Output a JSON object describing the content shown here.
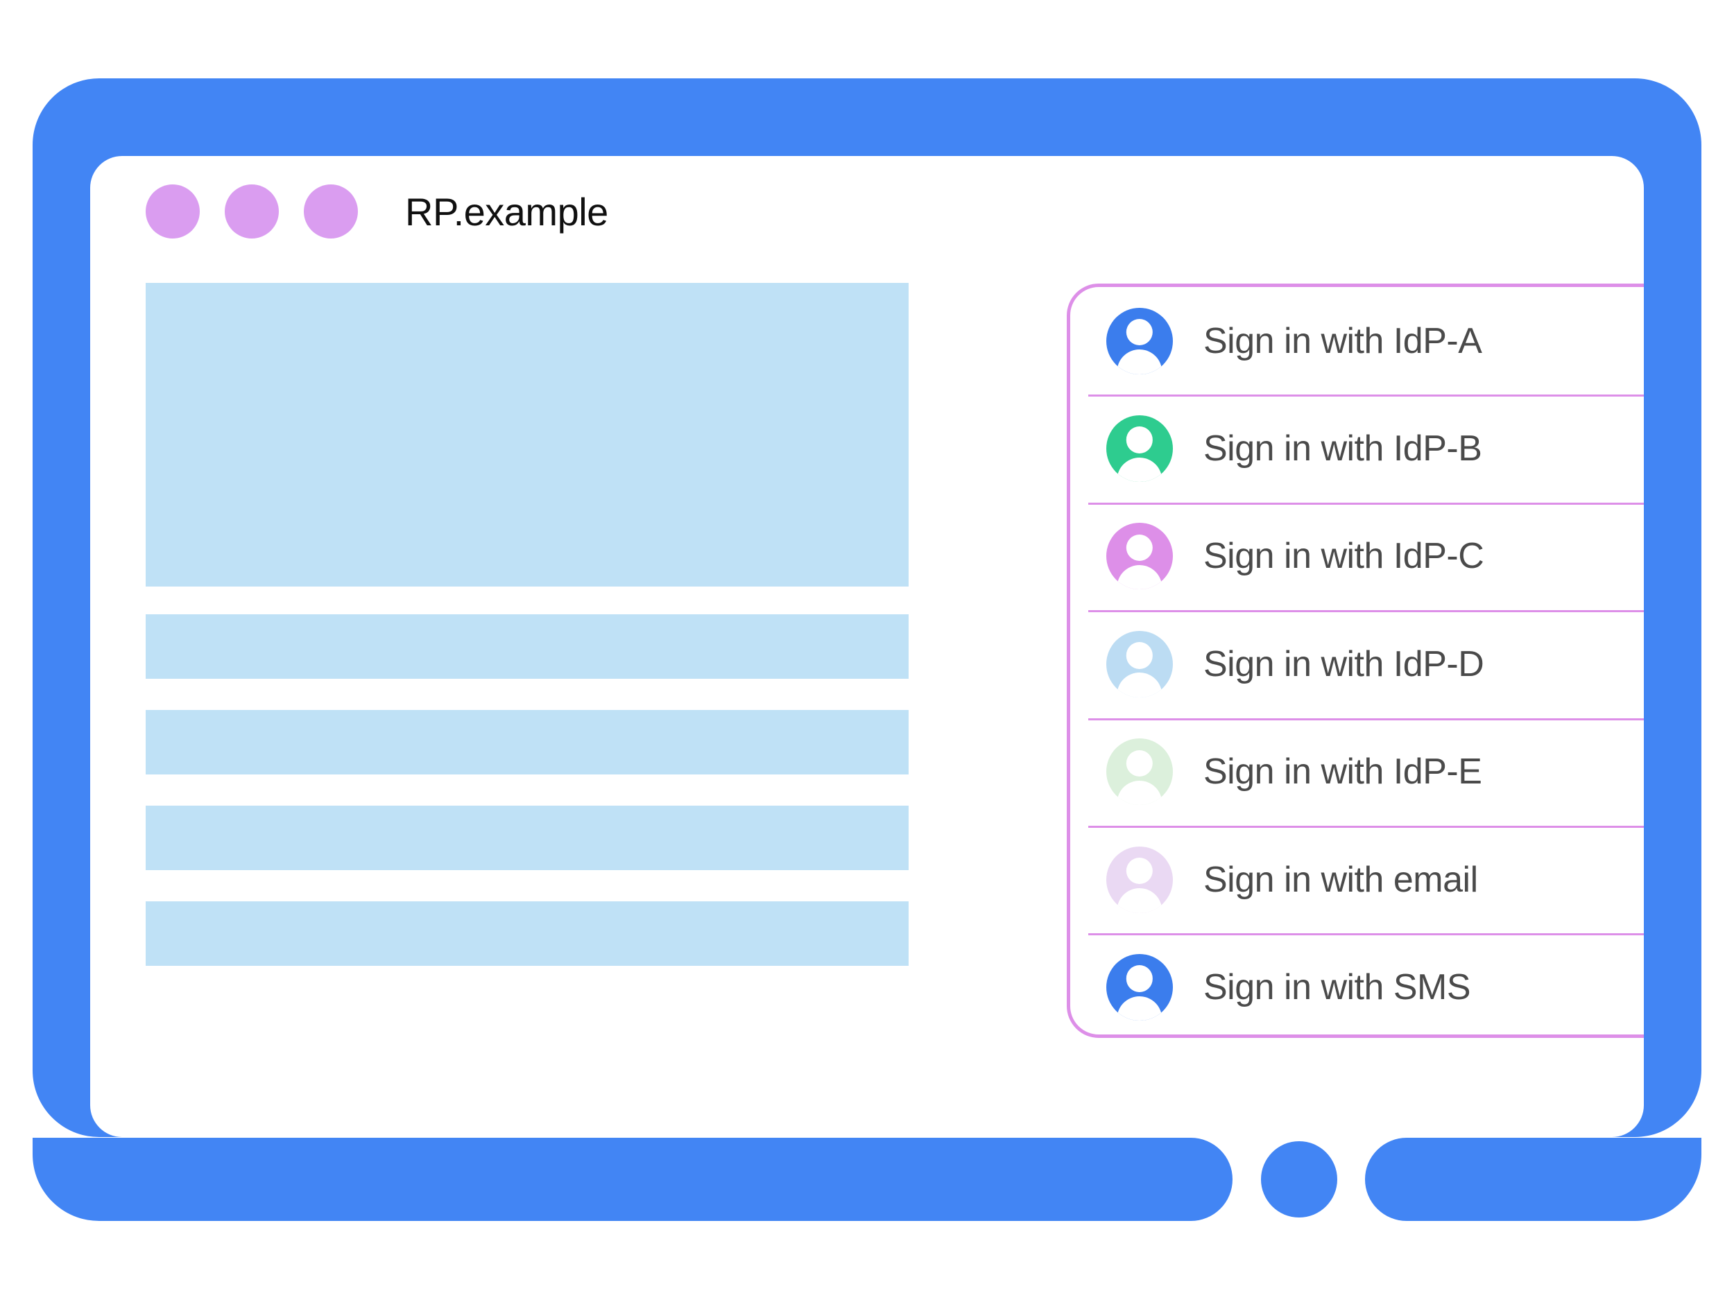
{
  "browser": {
    "frame_color": "#4285f4",
    "window_dots": [
      {
        "name": "window-dot-1",
        "color": "#da9df0"
      },
      {
        "name": "window-dot-2",
        "color": "#da9df0"
      },
      {
        "name": "window-dot-3",
        "color": "#da9df0"
      }
    ],
    "title": "RP.example",
    "home_button": "home-button"
  },
  "page_content": {
    "blocks": [
      {
        "kind": "hero",
        "color": "#bfe1f6"
      },
      {
        "kind": "line",
        "color": "#bfe1f6"
      },
      {
        "kind": "line",
        "color": "#bfe1f6"
      },
      {
        "kind": "line",
        "color": "#bfe1f6"
      },
      {
        "kind": "line",
        "color": "#bfe1f6"
      }
    ]
  },
  "signin_panel": {
    "border_color": "#dd8fe8",
    "divider_color": "#dd8fe8",
    "label_color": "#4a4a4a",
    "options": [
      {
        "label": "Sign in with IdP-A",
        "avatar_color": "#3b7ded",
        "icon": "person-avatar-icon"
      },
      {
        "label": "Sign in with IdP-B",
        "avatar_color": "#2ecc8f",
        "icon": "person-avatar-icon"
      },
      {
        "label": "Sign in with IdP-C",
        "avatar_color": "#dd8fe8",
        "icon": "person-avatar-icon"
      },
      {
        "label": "Sign in with IdP-D",
        "avatar_color": "#bcdcf3",
        "icon": "person-avatar-icon"
      },
      {
        "label": "Sign in with IdP-E",
        "avatar_color": "#dcf0dc",
        "icon": "person-avatar-icon"
      },
      {
        "label": "Sign in with email",
        "avatar_color": "#ead9f3",
        "icon": "person-avatar-icon"
      },
      {
        "label": "Sign in with SMS",
        "avatar_color": "#3b7ded",
        "icon": "person-avatar-icon"
      }
    ]
  }
}
